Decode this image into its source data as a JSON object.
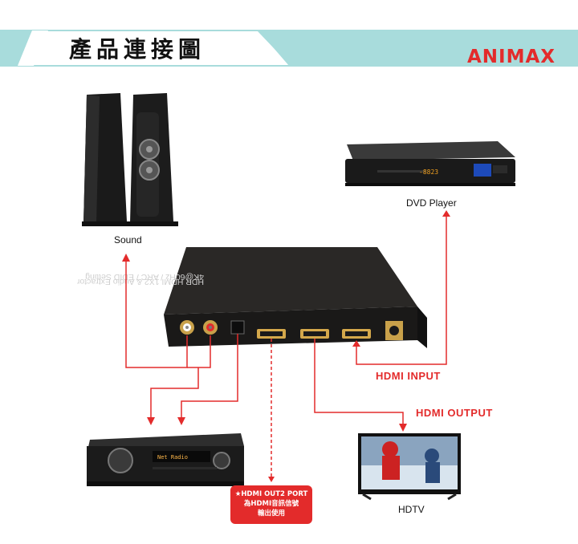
{
  "header": {
    "title": "產品連接圖",
    "brand": "ANIMAX"
  },
  "devices": {
    "sound": "Sound",
    "dvd": "DVD Player",
    "hdtv": "HDTV"
  },
  "extractor": {
    "line1": "HDR HDMI 1X2 & Audio Extractor",
    "line2": "4K@60Hz / ARC / EDID Setting"
  },
  "connections": {
    "hdmi_input": "HDMI INPUT",
    "hdmi_output": "HDMI OUTPUT"
  },
  "note": {
    "line1": "★HDMI OUT2 PORT",
    "line2": "為HDMI音訊信號",
    "line3": "輸出使用"
  },
  "dvd_display": "-8823",
  "receiver_display": "Net Radio",
  "colors": {
    "accent_red": "#e32b2b",
    "banner_teal": "#a8dcdc"
  }
}
